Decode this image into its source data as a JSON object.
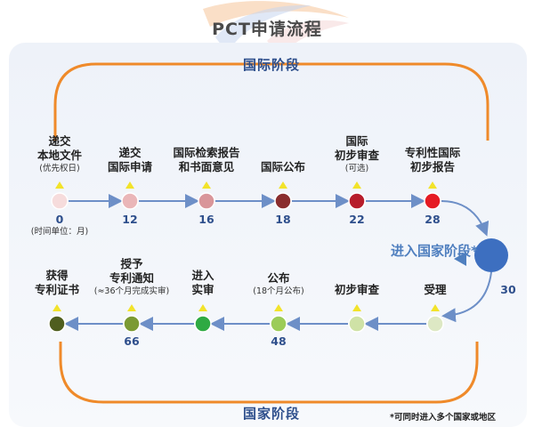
{
  "title": "PCT申请流程",
  "intl_phase": "国际阶段",
  "natl_phase": "国家阶段",
  "enter_natl": "进入国家阶段*",
  "footnote": "*可同时进入多个国家或地区",
  "time_unit": "(时间单位：月)",
  "month_30": "30",
  "top_steps": [
    {
      "line1": "递交",
      "line2": "本地文件",
      "sub": "(优先权日)",
      "month": "0",
      "color": "#f6dcdc"
    },
    {
      "line1": "递交",
      "line2": "国际申请",
      "sub": "",
      "month": "12",
      "color": "#eab6b8"
    },
    {
      "line1": "国际检索报告",
      "line2": "和书面意见",
      "sub": "",
      "month": "16",
      "color": "#d9969a"
    },
    {
      "line1": "国际公布",
      "line2": "",
      "sub": "",
      "month": "18",
      "color": "#8a2d2d"
    },
    {
      "line1": "国际",
      "line2": "初步审查",
      "sub": "(可选)",
      "month": "22",
      "color": "#b71d2b"
    },
    {
      "line1": "专利性国际",
      "line2": "初步报告",
      "sub": "",
      "month": "28",
      "color": "#e51b23"
    }
  ],
  "bottom_steps": [
    {
      "line1": "获得",
      "line2": "专利证书",
      "sub": "",
      "month": "",
      "color": "#4f5e1f"
    },
    {
      "line1": "授予",
      "line2": "专利通知",
      "sub": "(≈36个月完成实审)",
      "month": "66",
      "color": "#7b9a33"
    },
    {
      "line1": "进入",
      "line2": "实审",
      "sub": "",
      "month": "",
      "color": "#2faa43"
    },
    {
      "line1": "公布",
      "line2": "",
      "sub": "(18个月公布)",
      "month": "48",
      "color": "#9ccc58"
    },
    {
      "line1": "初步审查",
      "line2": "",
      "sub": "",
      "month": "",
      "color": "#cfe2a6"
    },
    {
      "line1": "受理",
      "line2": "",
      "sub": "",
      "month": "",
      "color": "#dde8c4"
    }
  ],
  "colors": {
    "orange_arc": "#ef8a2a",
    "timeline": "#6d8fc7",
    "circle_30": "#3d6fc0",
    "triangle": "#f2e32a"
  }
}
